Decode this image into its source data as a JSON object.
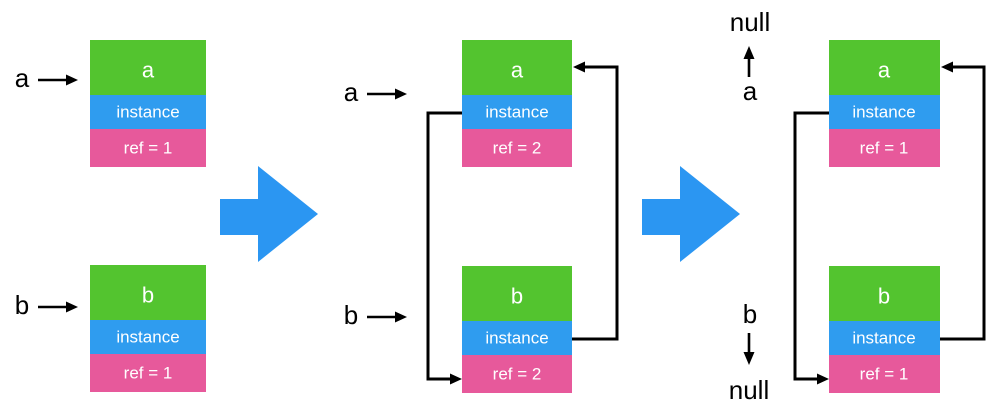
{
  "diagram": {
    "panel1": {
      "label_a": "a",
      "label_b": "b",
      "box_a": {
        "title": "a",
        "field": "instance",
        "ref": "ref = 1"
      },
      "box_b": {
        "title": "b",
        "field": "instance",
        "ref": "ref = 1"
      }
    },
    "panel2": {
      "label_a": "a",
      "label_b": "b",
      "box_a": {
        "title": "a",
        "field": "instance",
        "ref": "ref = 2"
      },
      "box_b": {
        "title": "b",
        "field": "instance",
        "ref": "ref = 2"
      }
    },
    "panel3": {
      "null_top": "null",
      "null_bottom": "null",
      "label_a": "a",
      "label_b": "b",
      "box_a": {
        "title": "a",
        "field": "instance",
        "ref": "ref = 1"
      },
      "box_b": {
        "title": "b",
        "field": "instance",
        "ref": "ref = 1"
      }
    },
    "colors": {
      "class_green": "#53C42F",
      "instance_blue": "#2F9CEF",
      "ref_pink": "#E7599B",
      "transition_arrow_blue": "#2B96F2",
      "line_black": "#000000",
      "box_text_white": "#FFFFFF",
      "label_text_black": "#000000"
    }
  }
}
